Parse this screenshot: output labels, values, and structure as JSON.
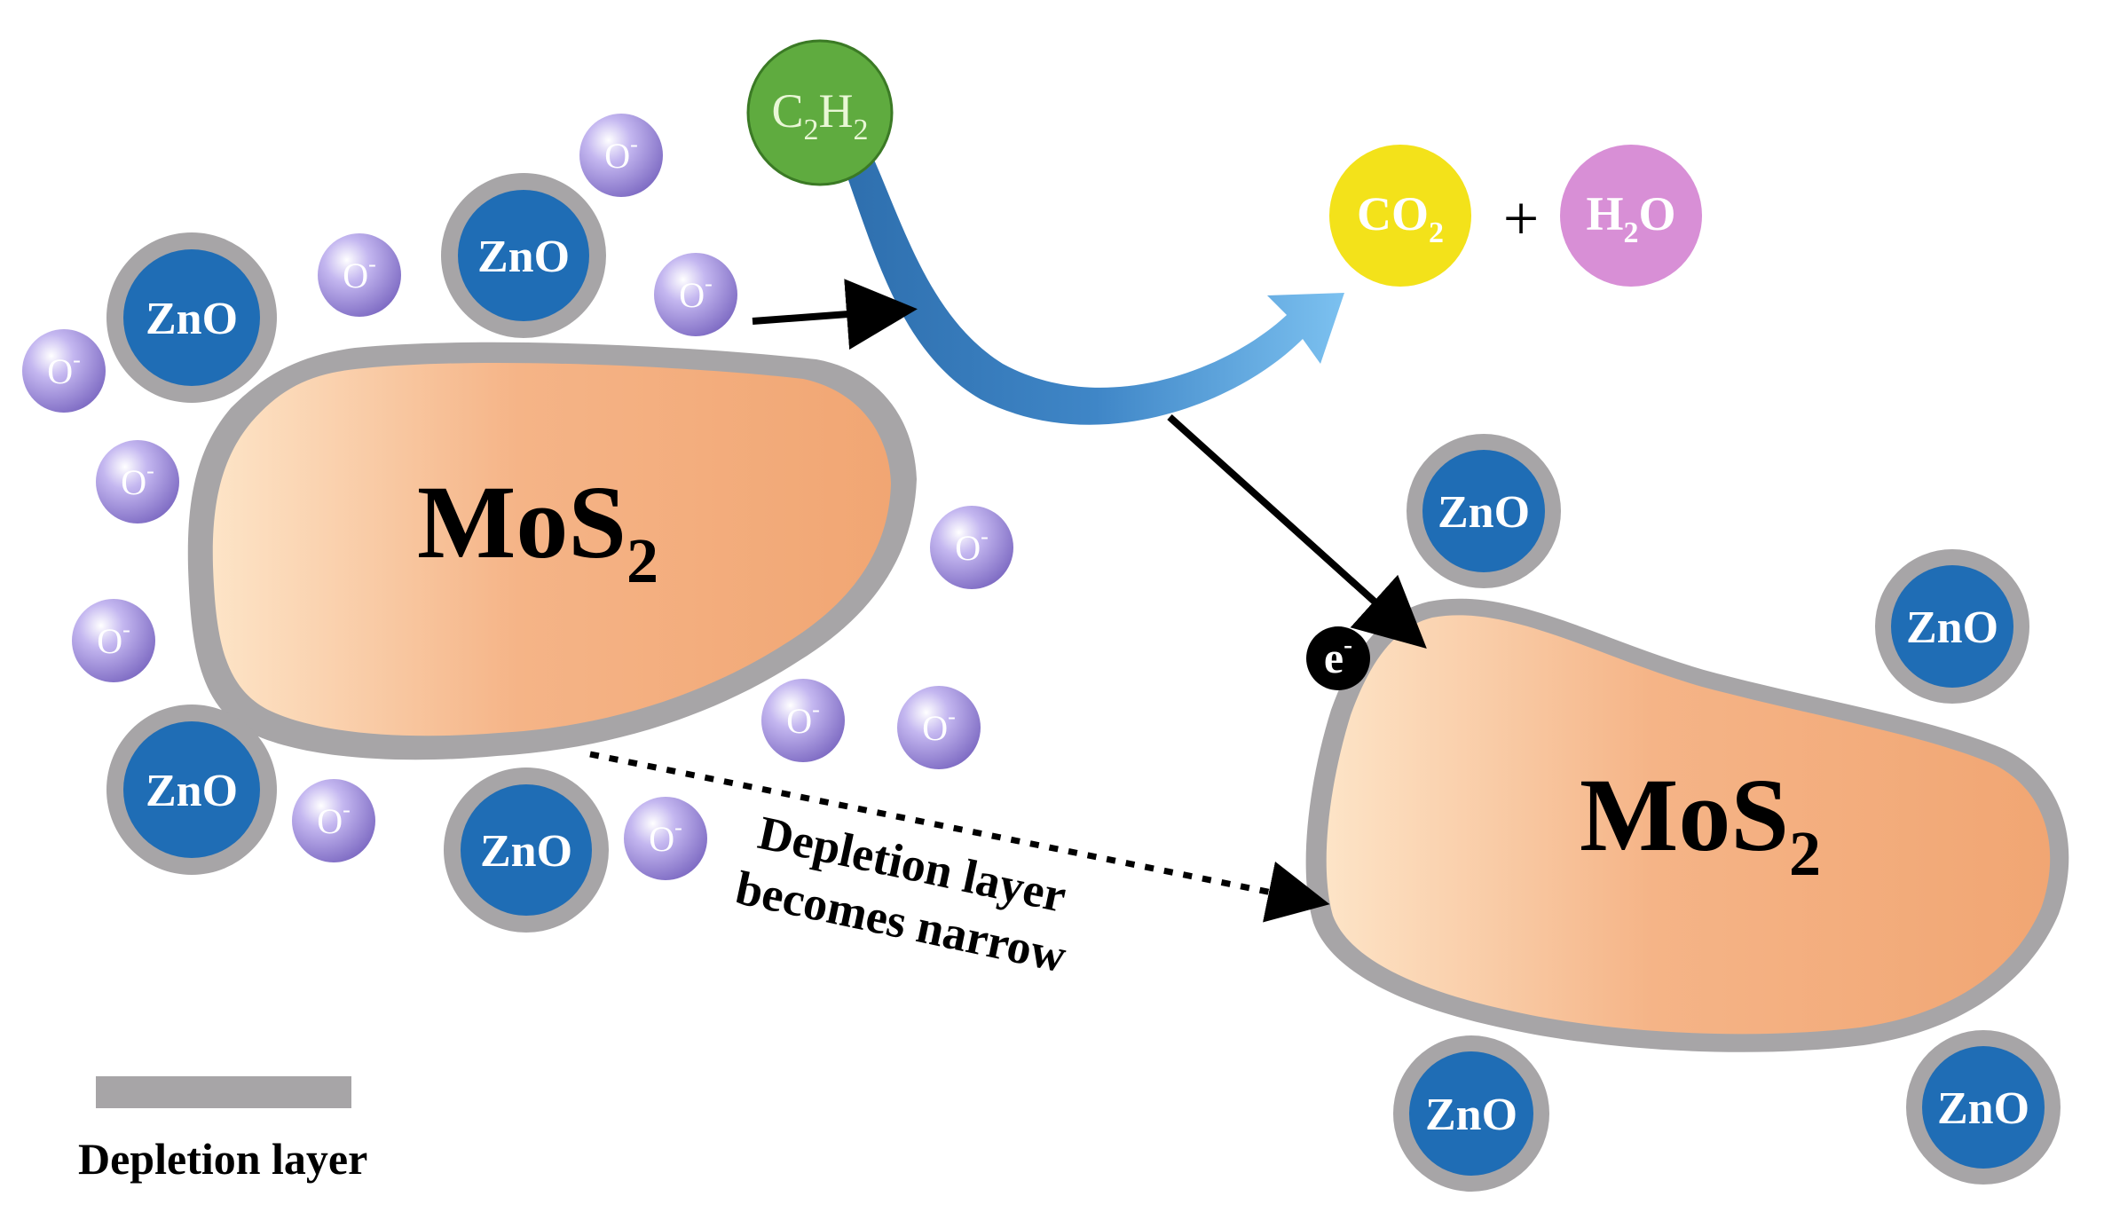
{
  "colors": {
    "depletion_layer": "#a7a5a7",
    "particle": "#f2a877",
    "zno_core": "#1f6db5",
    "oxygen_ion": "#9a88d6",
    "c2h2": "#5fab3f",
    "co2": "#f3e21a",
    "h2o": "#d88fd6",
    "curved_arrow": "#3f86c7"
  },
  "left_particle": {
    "label_main": "MoS",
    "label_sub": "2"
  },
  "right_particle": {
    "label_main": "MoS",
    "label_sub": "2"
  },
  "zno_label": "ZnO",
  "oxygen_label_main": "O",
  "oxygen_label_sup": "-",
  "gas_in": {
    "main1": "C",
    "sub1": "2",
    "main2": "H",
    "sub2": "2"
  },
  "products": {
    "co2": {
      "main": "CO",
      "sub": "2"
    },
    "plus": "+",
    "h2o": {
      "main1": "H",
      "sub": "2",
      "main2": "O"
    }
  },
  "electron": {
    "main": "e",
    "sup": "-"
  },
  "annotation": {
    "line1": "Depletion layer",
    "line2": "becomes narrow"
  },
  "legend": {
    "label": "Depletion layer"
  }
}
